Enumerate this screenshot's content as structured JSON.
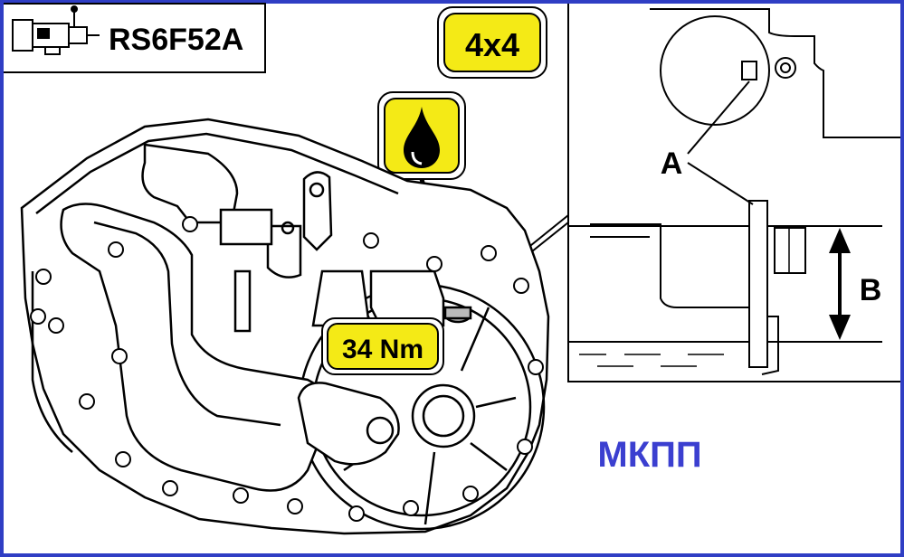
{
  "header": {
    "model_code": "RS6F52A"
  },
  "badges": {
    "drive": "4x4",
    "torque": "34 Nm"
  },
  "detail": {
    "label_a": "A",
    "label_b": "B"
  },
  "caption": "МКПП",
  "icons": {
    "gearbox": "gearbox-icon",
    "oil": "oil-drop-icon"
  },
  "colors": {
    "frame": "#2f3ec4",
    "badge_fill": "#f4ea16",
    "caption": "#3b3fd0",
    "line": "#000000"
  }
}
